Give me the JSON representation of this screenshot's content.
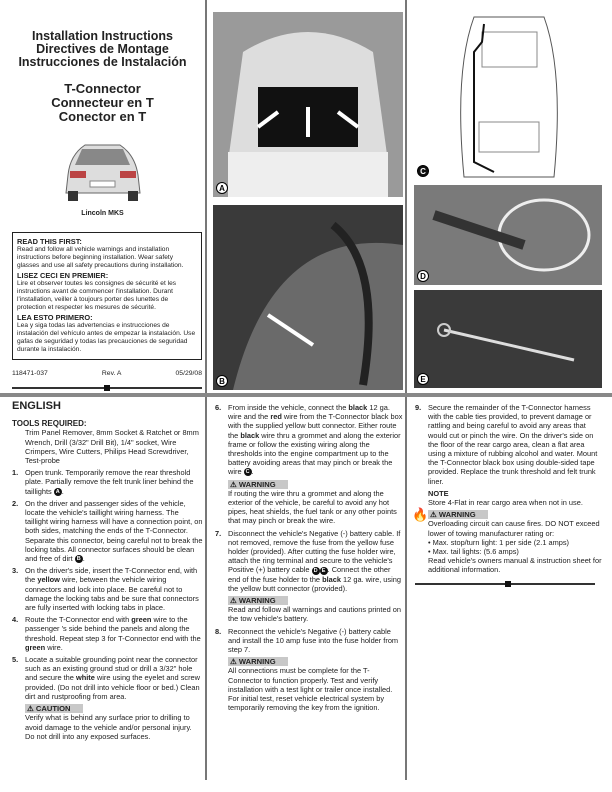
{
  "header": {
    "titles": [
      "Installation Instructions",
      "Directives de Montage",
      "Instrucciones de Instalación"
    ],
    "product": [
      "T-Connector",
      "Connecteur en T",
      "Conector en T"
    ],
    "vehicle": "Lincoln MKS"
  },
  "read_first": [
    {
      "heading": "READ THIS FIRST:",
      "text": "Read and follow all vehicle warnings and installation instructions before beginning installation. Wear safety glasses and use all safety precautions during installation."
    },
    {
      "heading": "LISEZ CECI EN PREMIER:",
      "text": "Lire et observer toutes les consignes de sécurité et les instructions avant de commencer l'installation. Durant l'installation, veiller à toujours porter des lunettes de protection et respecter les mesures de sécurité."
    },
    {
      "heading": "LEA ESTO PRIMERO:",
      "text": "Lea y siga todas las advertencias e instrucciones de instalación del vehículo antes de empezar la instalación. Use gafas de seguridad y todas las precauciones de seguridad durante la instalación."
    }
  ],
  "footer": {
    "part": "118471-037",
    "rev": "Rev. A",
    "date": "05/29/08"
  },
  "photos": [
    "A",
    "B",
    "C",
    "D",
    "E"
  ],
  "section": "ENGLISH",
  "tools": {
    "heading": "TOOLS REQUIRED:",
    "text": "Trim Panel Remover, 8mm Socket & Ratchet or 8mm Wrench, Drill (3/32\" Drill Bit), 1/4\" socket, Wire Crimpers, Wire Cutters, Philips Head Screwdriver, Test-probe"
  },
  "steps": {
    "s1": {
      "n": "1.",
      "a": "Open trunk. Temporarily remove the rear threshold plate. Partially remove the felt trunk liner behind the taillights ",
      "ref": "A",
      "b": "."
    },
    "s2": {
      "n": "2.",
      "a": "On the driver and passenger sides of the vehicle, locate the vehicle's taillight wiring harness. The taillight wiring harness will have a connection point, on both sides, matching the ends of the T-Connector. Separate this connector, being careful not to break the locking tabs. All connector surfaces should be clean and free of dirt ",
      "ref": "B",
      "b": "."
    },
    "s3": {
      "n": "3.",
      "a": "On the driver's side, insert the T-Connector end, with the ",
      "w": "yellow",
      "b": " wire, between the vehicle wiring connectors and lock into place. Be careful not to damage the locking tabs and be sure that connectors are fully inserted with locking tabs in place."
    },
    "s4": {
      "n": "4.",
      "a": "Route the T-Connector end with ",
      "w": "green",
      "b": " wire to the passenger 's side behind the panels and along the threshold. Repeat step 3 for T-Connector end with the ",
      "w2": "green",
      "c": " wire."
    },
    "s5": {
      "n": "5.",
      "a": "Locate a suitable grounding point near the connector such as an existing ground stud or drill a 3/32\" hole and secure the ",
      "w": "white",
      "b": " wire using the eyelet and screw provided. (Do not drill into vehicle floor or bed.) Clean dirt and rustproofing from area."
    },
    "s6": {
      "n": "6.",
      "a": "From inside the vehicle, connect the ",
      "w": "black",
      "b": " 12 ga. wire and the ",
      "w2": "red",
      "c": " wire from the T-Connector black box with the supplied yellow butt connector. Either route the ",
      "w3": "black",
      "d": " wire thru a grommet and along the exterior frame or follow the existing wiring along the thresholds into the engine compartment up to the battery avoiding areas that may pinch or break the wire ",
      "ref": "C",
      "e": "."
    },
    "s7": {
      "n": "7.",
      "a": "Disconnect the vehicle's Negative (-) battery cable. If not removed, remove the fuse from the yellow fuse holder (provided).   After cutting the fuse holder wire, attach the ring terminal and secure to the vehicle's Positive (+) battery cable ",
      "ref": "D",
      "ref2": "E",
      "b": ". Connect the other end of the fuse holder to the ",
      "w": "black",
      "c": " 12 ga. wire, using the yellow butt connector (provided)."
    },
    "s8": {
      "n": "8.",
      "a": "Reconnect the vehicle's Negative (-) battery cable and install the 10 amp fuse into the fuse holder from step 7."
    },
    "s9": {
      "n": "9.",
      "a": "Secure the remainder of the T-Connector harness with the cable ties provided, to prevent damage or rattling and being careful to avoid any areas that would cut or pinch the wire. On the driver's side on the floor of the rear cargo area, clean a flat area using a mixture of rubbing alcohol and water. Mount the T-Connector black box using double-sided tape provided. Replace the trunk threshold and felt trunk liner."
    }
  },
  "caution": {
    "label": "CAUTION",
    "text": "Verify what is behind any surface prior to drilling to avoid damage to the vehicle and/or personal injury. Do not drill into any exposed surfaces."
  },
  "warnings": {
    "w1": {
      "label": "WARNING",
      "text": "If routing the wire thru a grommet and along the exterior of the vehicle, be careful to avoid any hot pipes, heat shields, the fuel tank or any other points that may pinch or break the wire."
    },
    "w2": {
      "label": "WARNING",
      "text": "Read and follow all warnings and cautions printed on the tow vehicle's battery."
    },
    "w3": {
      "label": "WARNING",
      "text": "All connections must be complete for the T-Connector to function properly. Test and verify installation with a test light or trailer once installed. For initial test, reset vehicle electrical system by temporarily removing the key from the ignition."
    },
    "w4": {
      "label": "WARNING",
      "text": "Overloading circuit can cause fires. DO NOT exceed lower of towing manufacturer rating or:",
      "bullets": [
        "• Max. stop/turn light: 1 per side (2.1 amps)",
        "• Max. tail lights: (5.6 amps)"
      ],
      "after": "Read vehicle's owners manual & instruction sheet for additional information."
    }
  },
  "note": {
    "label": "NOTE",
    "text": "Store 4-Flat in rear cargo area when not in use."
  }
}
